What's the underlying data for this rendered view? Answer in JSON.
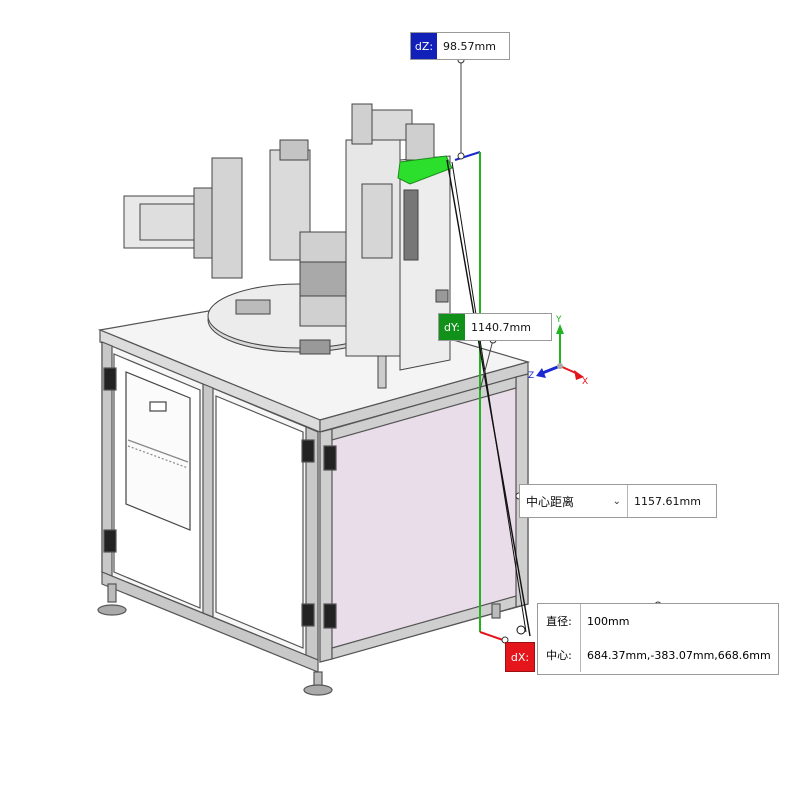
{
  "dz": {
    "key": "dZ:",
    "value": "98.57mm",
    "color": "#1020b8"
  },
  "dy": {
    "key": "dY:",
    "value": "1140.7mm",
    "color": "#119119"
  },
  "dx": {
    "key": "dX:",
    "color": "#e4161b"
  },
  "center_distance": {
    "label": "中心距离",
    "value": "1157.61mm",
    "icon": "chevron-down-icon"
  },
  "circle_info": {
    "diameter_label": "直径:",
    "diameter_value": "100mm",
    "center_label": "中心:",
    "center_value": "684.37mm,-383.07mm,668.6mm"
  },
  "triad": {
    "x_label": "X",
    "y_label": "Y",
    "z_label": "Z"
  }
}
